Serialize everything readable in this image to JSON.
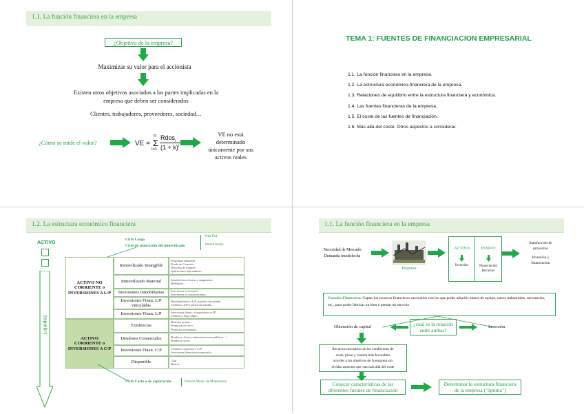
{
  "slide1": {
    "header": "1.1. La función financiera en la empresa",
    "objective": "¿Objetivo de la empresa?",
    "maximize": "Maximizar su valor para el accionista",
    "other1": "Existen otros objetivos asociados a las partes implicadas en la",
    "other2": "empresa que deben ser considerados",
    "stakeholders": "Clientes, trabajadores, proveedores, sociedad…",
    "question": "¿Cómo se mide el valor?",
    "formula_ve": "VE =",
    "formula_n": "n",
    "formula_sigma": "Σ",
    "formula_i": "i=1",
    "formula_num": "Rdos",
    "formula_num_sub": "i",
    "formula_den": "(1 + k)",
    "formula_den_sup": "i",
    "conclusion": [
      "VE no está",
      "determinado",
      "únicamente por sus",
      "activos reales"
    ]
  },
  "slide2": {
    "title": "TEMA 1: FUENTES DE FINANCIACION EMPRESARIAL",
    "items": [
      "1.1. La función financiera en la empresa.",
      "1.2. La estructura económico-financiera de la empresa.",
      "1.3. Relaciones de equilibrio entre la estructura financiera y económica.",
      "1.4. Las fuentes financieras de la empresa.",
      "1.5. El coste de las fuentes de financiación.",
      "1.6. Más allá del coste. Otros aspectos a considerar."
    ]
  },
  "slide3": {
    "header": "1.2. La estructura económico financiera",
    "activo": "ACTIVO",
    "liquidez": "Liquidez",
    "ciclo_largo": "Ciclo Largo",
    "ciclo_renov": "Ciclo de renovación del inmovilizado",
    "vida_util": "Vida Útil",
    "amortizacion": "Amortización",
    "anc": [
      "ACTIVO NO",
      "CORRIENTE o",
      "INVERSIONES A L/P"
    ],
    "ac": [
      "ACTIVO",
      "CORRIENTE o",
      "INVERSIONES A C/P"
    ],
    "rows": [
      {
        "label": "Inmovilizado Intangible",
        "notes": [
          "Propiedad industrial",
          "Fondo de Comercio",
          "Derechos de traspaso",
          "Aplicaciones informáticas…"
        ]
      },
      {
        "label": "Inmovilizado Material",
        "notes": [
          "Instalaciones técnicas y maquinaria",
          "Mobiliario…"
        ]
      },
      {
        "label": "Inversiones Inmobiliarias",
        "notes": [
          "Inversiones en terrenos",
          "Inversiones en construcciones"
        ]
      },
      {
        "label": "Inversiones Finan. L/P vinculadas",
        "notes": [
          "Participaciones a L/P en partes vinculadas",
          "Créditos a L/P a partes vinculadas…"
        ]
      },
      {
        "label": "Inversiones Finan. L/P",
        "notes": [
          "Inversiones financ. a largo plazo en IP",
          "Créditos a largo plazo…"
        ]
      },
      {
        "label": "Existencias",
        "notes": [
          "Materias primas",
          "Productos en curso",
          "Productos terminados"
        ]
      },
      {
        "label": "Deudores Comerciales",
        "notes": [
          "Deudores clientes, administraciones públicas…/",
          "Deudores varios"
        ]
      },
      {
        "label": "Inversiones Finan. C/P",
        "notes": [
          "Créditos a empresas a C/P",
          "Inversiones financieras temporales"
        ]
      },
      {
        "label": "Disponible",
        "notes": [
          "Caja",
          "Bancos"
        ]
      }
    ],
    "ciclo_corto": "Ciclo Corto o de explotación",
    "periodo": "Periodo Medio de Maduración"
  },
  "slide4": {
    "header": "1.1. La función financiera en la empresa",
    "need1": "Necesidad de Mercado",
    "need2": "Demanda insatisfecha",
    "empresa": "Empresa",
    "activo": "ACTIVO",
    "pasivo": "PASIVO",
    "inversion": "Inversión",
    "financiacion1": "Financiación",
    "financiacion2": "Recursos",
    "satisfaccion1": "Satisfacción de",
    "satisfaccion2": "proyectos",
    "invfin1": "Inversión y",
    "invfin2": "financiación",
    "def_label": "Función Financiera:",
    "def_text": "Captar los recursos financieros necesarios con los que poder adquirir bienes de equipo, naves industriales, mercancías, etc., para poder fabricar un bien o prestar un servicio",
    "obtencion": "Obtención de capital",
    "relacion1": "¿cuál es la relación",
    "relacion2": "entre ambas?",
    "inversion_right": "Inversión",
    "recursos": [
      "Recursos necesarios en las condiciones de",
      "coste, plazo y cuantía más favorables",
      "acordes a los objetivos de la empresa sin",
      "olvidar aspectos que van más allá del coste"
    ],
    "conocer": [
      "Conocer características de las",
      "diferentes fuentes de financiación"
    ],
    "determinar": [
      "Determinar la estructura financiera",
      "de la empresa (\"óptima\")"
    ]
  }
}
